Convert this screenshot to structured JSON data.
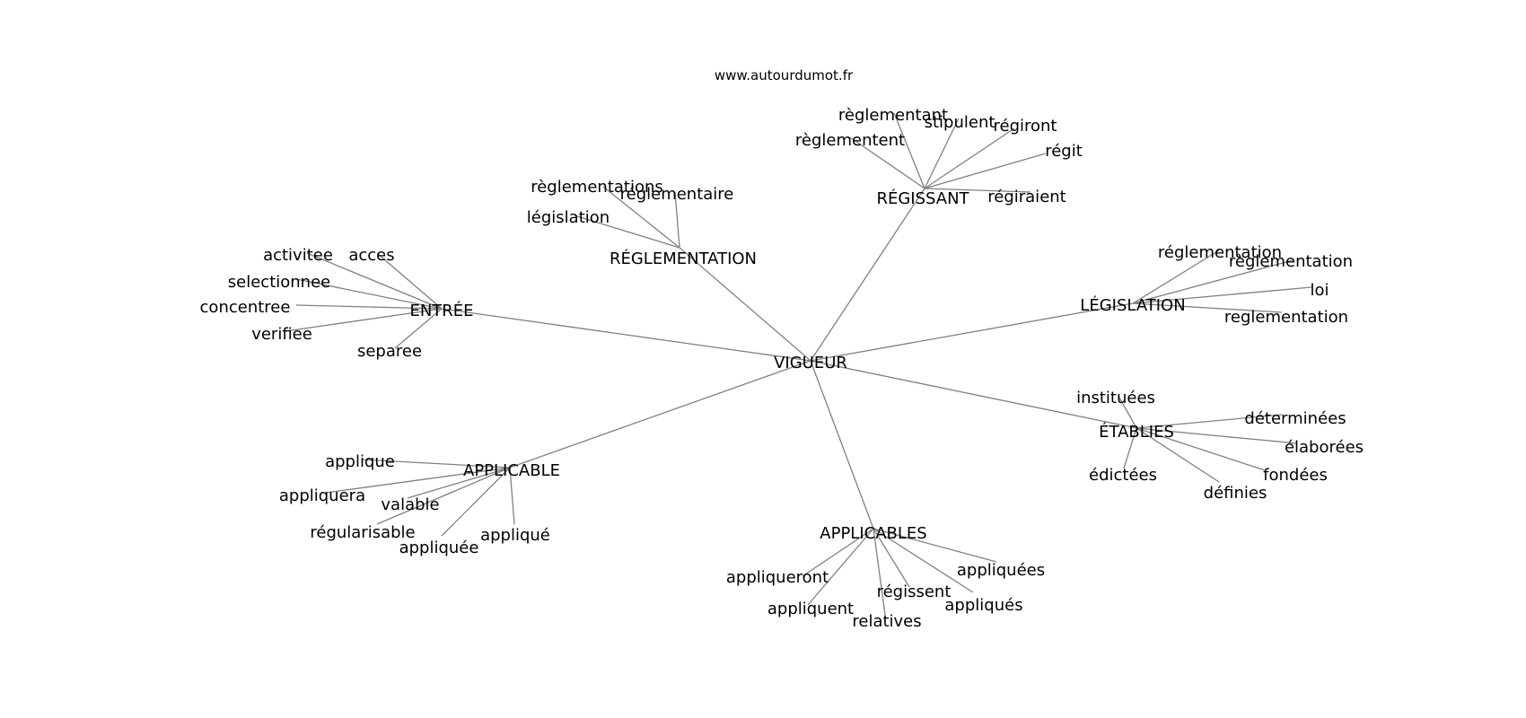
{
  "credit": "www.autourdumot.fr",
  "edge_color": "#808080",
  "text_color": "#000000",
  "center": "VIGUEUR",
  "hubs": [
    {
      "word": "ENTRÉE",
      "leaves": [
        "activitee",
        "acces",
        "selectionnee",
        "concentree",
        "verifiee",
        "separee"
      ]
    },
    {
      "word": "RÉGLEMENTATION",
      "leaves": [
        "règlementations",
        "réglementaire",
        "législation"
      ]
    },
    {
      "word": "RÉGISSANT",
      "leaves": [
        "règlementant",
        "stipulent",
        "régiront",
        "règlementent",
        "régit",
        "régiraient"
      ]
    },
    {
      "word": "LÉGISLATION",
      "leaves": [
        "réglementation",
        "règlementation",
        "loi",
        "reglementation"
      ]
    },
    {
      "word": "ÉTABLIES",
      "leaves": [
        "instituées",
        "déterminées",
        "élaborées",
        "fondées",
        "définies",
        "édictées"
      ]
    },
    {
      "word": "APPLICABLES",
      "leaves": [
        "appliquées",
        "appliqueront",
        "régissent",
        "appliqués",
        "appliquent",
        "relatives"
      ]
    },
    {
      "word": "APPLICABLE",
      "leaves": [
        "applique",
        "appliquera",
        "valable",
        "régularisable",
        "appliqué",
        "appliquée"
      ]
    }
  ]
}
